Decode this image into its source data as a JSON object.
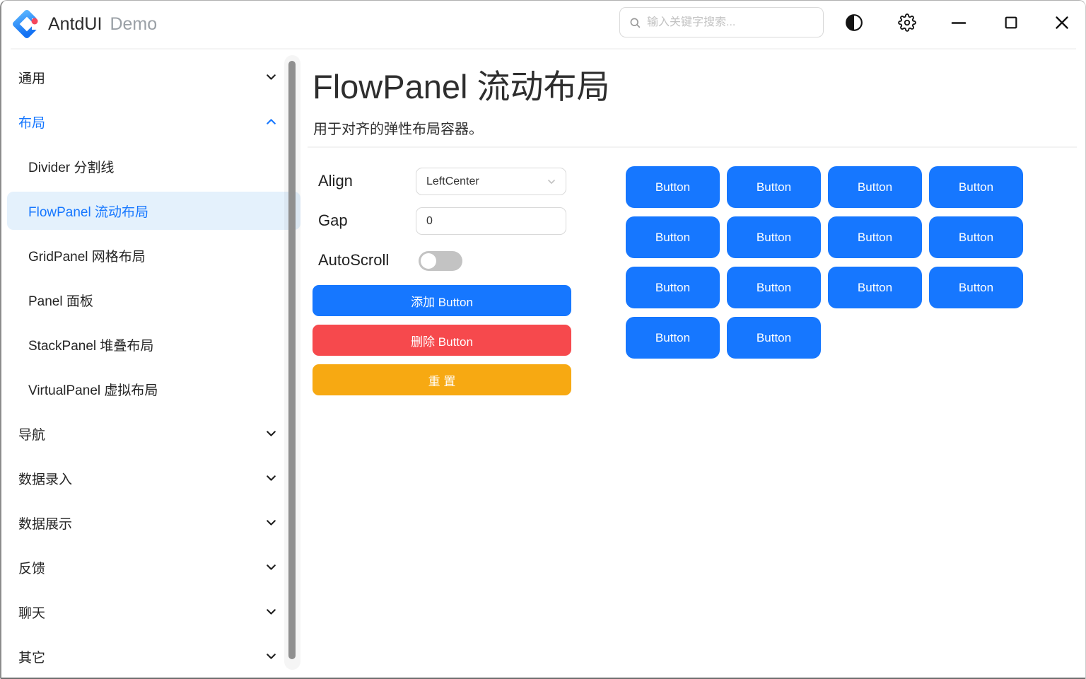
{
  "window": {
    "app_name": "AntdUI",
    "app_suffix": "Demo",
    "search_placeholder": "输入关键字搜索..."
  },
  "sidebar": {
    "items": [
      {
        "label": "通用",
        "type": "group",
        "state": "collapsed"
      },
      {
        "label": "布局",
        "type": "group",
        "state": "expanded"
      },
      {
        "label": "Divider 分割线",
        "type": "item"
      },
      {
        "label": "FlowPanel 流动布局",
        "type": "item",
        "selected": true
      },
      {
        "label": "GridPanel 网格布局",
        "type": "item"
      },
      {
        "label": "Panel 面板",
        "type": "item"
      },
      {
        "label": "StackPanel 堆叠布局",
        "type": "item"
      },
      {
        "label": "VirtualPanel 虚拟布局",
        "type": "item"
      },
      {
        "label": "导航",
        "type": "group",
        "state": "collapsed"
      },
      {
        "label": "数据录入",
        "type": "group",
        "state": "collapsed"
      },
      {
        "label": "数据展示",
        "type": "group",
        "state": "collapsed"
      },
      {
        "label": "反馈",
        "type": "group",
        "state": "collapsed"
      },
      {
        "label": "聊天",
        "type": "group",
        "state": "collapsed"
      },
      {
        "label": "其它",
        "type": "group",
        "state": "collapsed"
      }
    ]
  },
  "main": {
    "title": "FlowPanel 流动布局",
    "subtitle": "用于对齐的弹性布局容器。",
    "controls": {
      "align_label": "Align",
      "align_value": "LeftCenter",
      "gap_label": "Gap",
      "gap_value": "0",
      "autoscroll_label": "AutoScroll",
      "autoscroll_on": false
    },
    "actions": {
      "add": "添加 Button",
      "remove": "删除 Button",
      "reset": "重 置"
    },
    "flow_buttons": [
      "Button",
      "Button",
      "Button",
      "Button",
      "Button",
      "Button",
      "Button",
      "Button",
      "Button",
      "Button",
      "Button",
      "Button",
      "Button",
      "Button"
    ]
  },
  "icons": {
    "logo": "antdui-logo",
    "search": "search-icon",
    "theme": "theme-contrast-icon",
    "settings": "gear-icon",
    "minimize": "minimize-icon",
    "maximize": "maximize-icon",
    "close": "close-icon",
    "collapsed": "chevron-down-icon",
    "expanded": "chevron-up-icon"
  },
  "colors": {
    "accent": "#1677FF",
    "danger": "#F6494D",
    "warning": "#F7A912",
    "selected_bg": "#E4F1FC"
  }
}
